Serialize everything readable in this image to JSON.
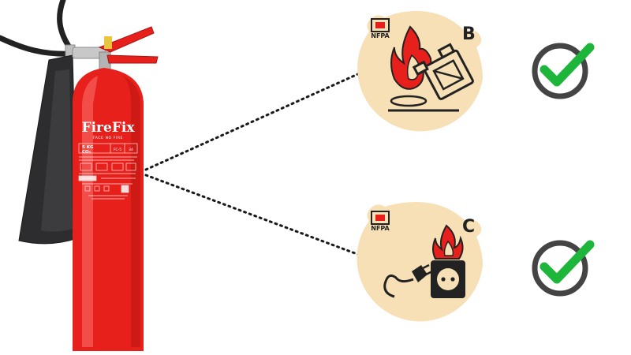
{
  "extinguisher": {
    "brand": "FireFix",
    "tagline": "FACE NO FIRE",
    "capacity": "5 KG",
    "agent": "CO₂",
    "label_cell_2": "FC-5",
    "label_cell_3": "34"
  },
  "fire_classes": [
    {
      "letter": "B",
      "badge": "NFPA",
      "icon": "flammable-liquid-fuel-can-fire-icon",
      "verdict": "check"
    },
    {
      "letter": "C",
      "badge": "NFPA",
      "icon": "electrical-plug-socket-fire-icon",
      "verdict": "check"
    }
  ],
  "colors": {
    "extinguisher_red": "#e8201c",
    "class_circle_fill": "#f7e0b5",
    "check_green": "#1db63a",
    "check_ring": "#444444"
  }
}
